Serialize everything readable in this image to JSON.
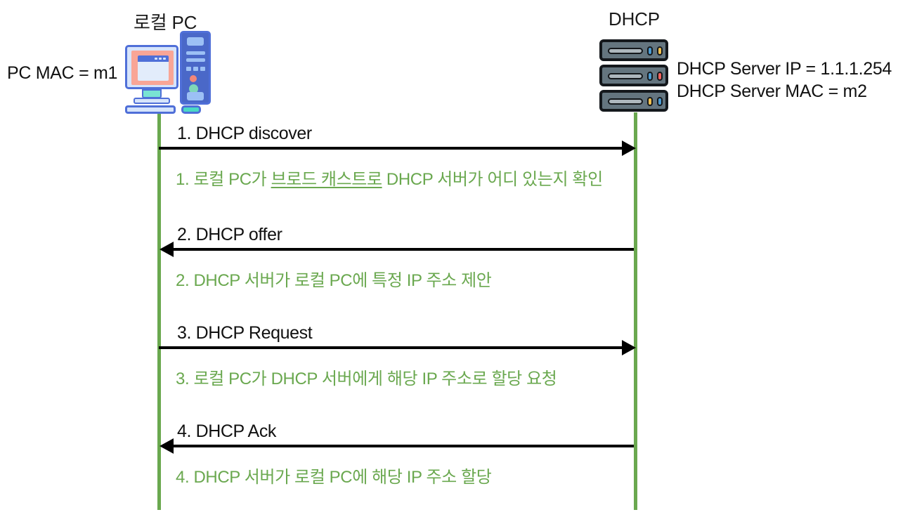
{
  "diagram": {
    "type": "sequence-diagram",
    "title": "DHCP DORA sequence",
    "accent_green": "#6aa84f",
    "arrow_color": "#000000",
    "background": "#ffffff"
  },
  "actors": [
    {
      "id": "local-pc",
      "title": "로컬 PC",
      "icon": "desktop-computer-icon",
      "note_lines": [
        "PC MAC = m1"
      ],
      "note_side": "left"
    },
    {
      "id": "dhcp-server",
      "title": "DHCP",
      "icon": "server-rack-icon",
      "note_lines": [
        "DHCP Server IP = 1.1.1.254",
        "DHCP Server MAC = m2"
      ],
      "note_side": "right"
    }
  ],
  "messages": [
    {
      "index": "1",
      "label": "1. DHCP discover",
      "direction": "right",
      "description_parts": [
        {
          "text": "1. 로컬 PC가 ",
          "underline": false
        },
        {
          "text": "브로드 캐스트로",
          "underline": true
        },
        {
          "text": " DHCP 서버가 어디 있는지 확인",
          "underline": false
        }
      ],
      "description_plain": "1. 로컬 PC가 브로드 캐스트로 DHCP 서버가 어디 있는지 확인"
    },
    {
      "index": "2",
      "label": "2. DHCP offer",
      "direction": "left",
      "description_parts": [
        {
          "text": "2. DHCP 서버가 로컬 PC에 특정 IP 주소 제안",
          "underline": false
        }
      ],
      "description_plain": "2. DHCP 서버가 로컬 PC에 특정 IP 주소 제안"
    },
    {
      "index": "3",
      "label": "3. DHCP Request",
      "direction": "right",
      "description_parts": [
        {
          "text": "3. 로컬 PC가 DHCP 서버에게 해당 IP 주소로 할당 요청",
          "underline": false
        }
      ],
      "description_plain": "3. 로컬 PC가 DHCP 서버에게 해당 IP 주소로 할당 요청"
    },
    {
      "index": "4",
      "label": "4. DHCP Ack",
      "direction": "left",
      "description_parts": [
        {
          "text": "4. DHCP 서버가 로컬 PC에 해당 IP 주소 할당",
          "underline": false
        }
      ],
      "description_plain": "4. DHCP 서버가 로컬 PC에 해당 IP 주소 할당"
    }
  ],
  "server_leds": [
    {
      "unit": 1,
      "left": "#4b9cd3",
      "right": "#f2c14e"
    },
    {
      "unit": 2,
      "left": "#4b9cd3",
      "right": "#f2615c"
    },
    {
      "unit": 3,
      "left": "#f2c14e",
      "right": "#4b9cd3"
    }
  ]
}
